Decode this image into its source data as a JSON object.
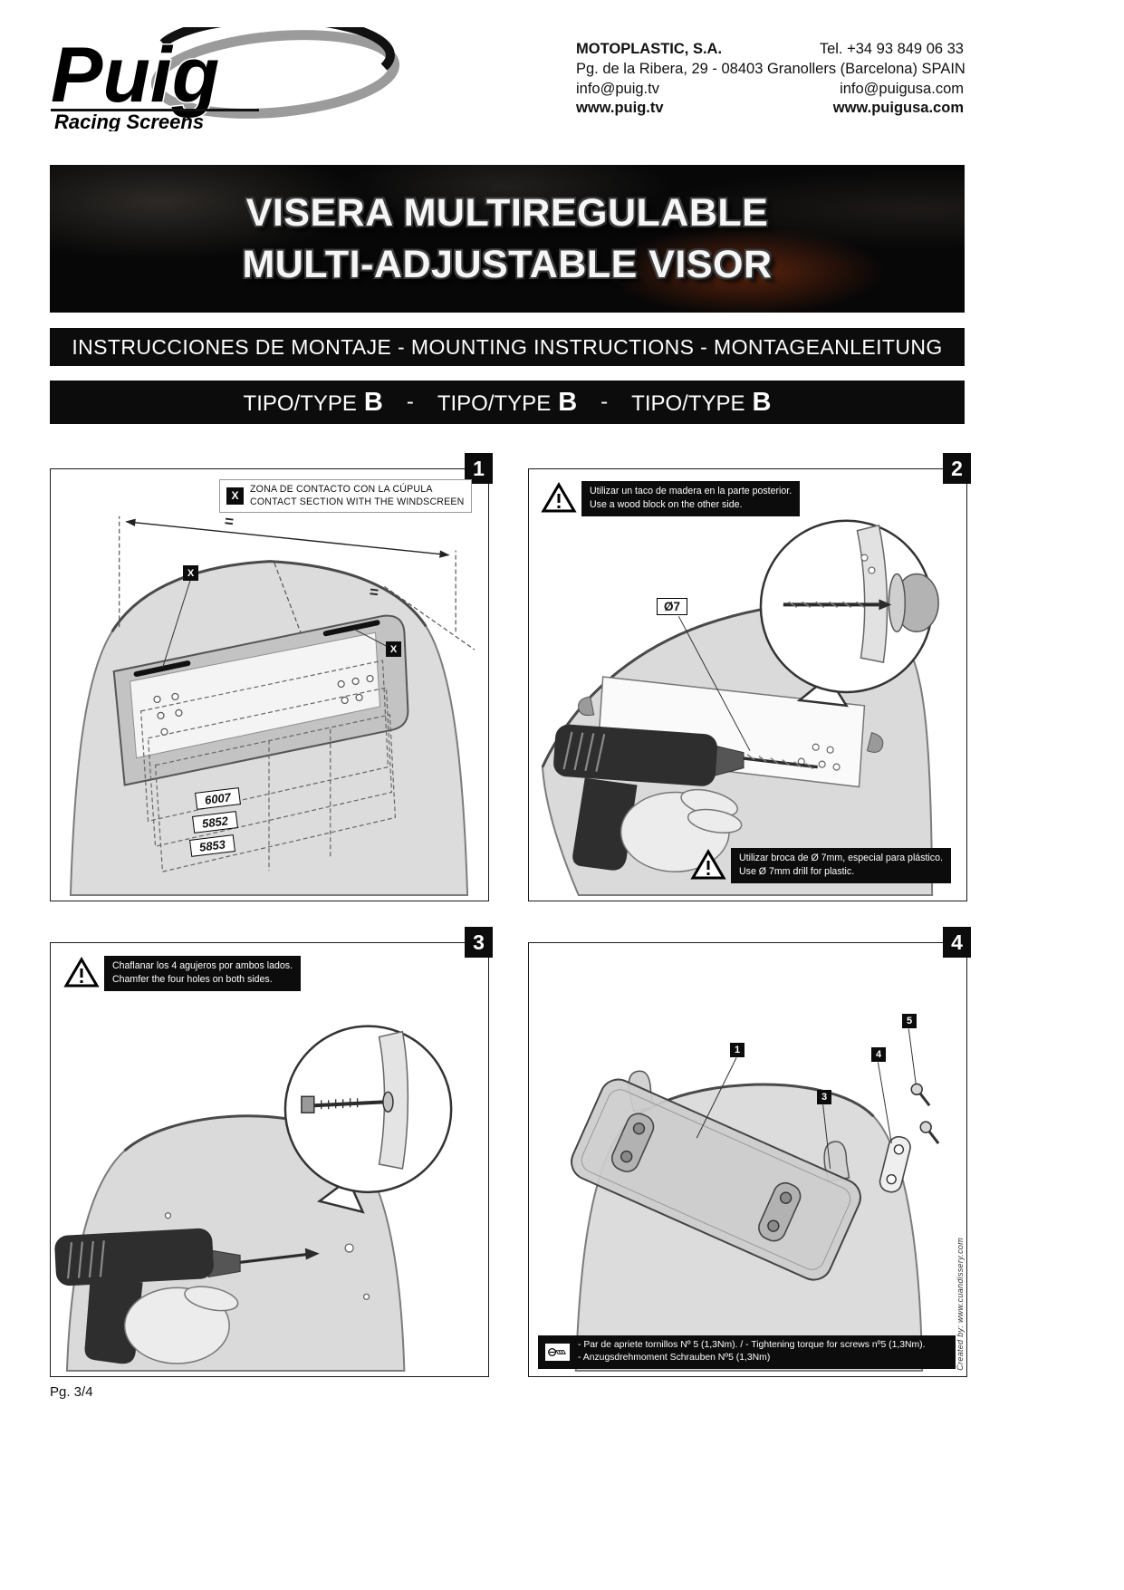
{
  "header": {
    "logo": {
      "name": "Puig",
      "tagline": "Racing Screens"
    },
    "company": "MOTOPLASTIC, S.A.",
    "tel": "Tel. +34 93 849 06 33",
    "address": "Pg. de la Ribera, 29 - 08403 Granollers (Barcelona) SPAIN",
    "email_left": "info@puig.tv",
    "email_right": "info@puigusa.com",
    "web_left": "www.puig.tv",
    "web_right": "www.puigusa.com"
  },
  "banner": {
    "line1": "VISERA MULTIREGULABLE",
    "line2": "MULTI-ADJUSTABLE VISOR"
  },
  "bars": {
    "instructions": "INSTRUCCIONES DE MONTAJE - MOUNTING INSTRUCTIONS - MONTAGEANLEITUNG",
    "type_prefix": "TIPO/TYPE",
    "type_value": "B",
    "type_separator": "-"
  },
  "panel1": {
    "number": "1",
    "x_mark": "X",
    "contact_label_es": "ZONA DE CONTACTO CON LA CÚPULA",
    "contact_label_en": "CONTACT SECTION WITH THE WINDSCREEN",
    "eq": "=",
    "parts": [
      "6007",
      "5852",
      "5853"
    ]
  },
  "panel2": {
    "number": "2",
    "warning_top_es": "Utilizar un taco de madera en la parte posterior.",
    "warning_top_en": "Use a wood block on the other side.",
    "diameter": "Ø7",
    "warning_bottom_es": "Utilizar broca de Ø 7mm, especial para plástico.",
    "warning_bottom_en": "Use Ø 7mm drill for plastic."
  },
  "panel3": {
    "number": "3",
    "warning_es": "Chaflanar los 4 agujeros por ambos lados.",
    "warning_en": "Chamfer the four holes on both sides."
  },
  "panel4": {
    "number": "4",
    "callouts": [
      "1",
      "3",
      "4",
      "5"
    ],
    "torque_line1": "- Par de apriete tornillos Nº 5 (1,3Nm). / - Tightening torque for screws nº5 (1,3Nm).",
    "torque_line2": "- Anzugsdrehmoment Schrauben Nº5 (1,3Nm)"
  },
  "footer": {
    "page": "Pg. 3/4"
  },
  "credit": "Created by: www.cuandissery.com"
}
